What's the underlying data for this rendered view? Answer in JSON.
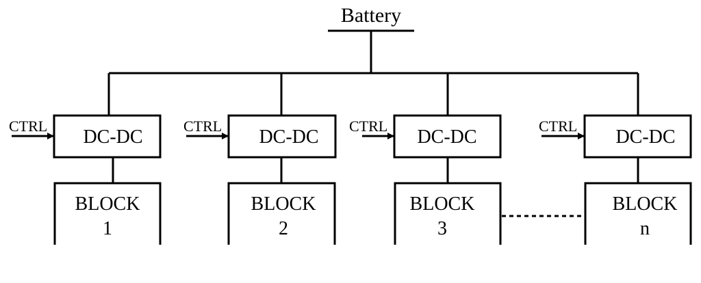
{
  "battery": {
    "label": "Battery"
  },
  "units": [
    {
      "ctrl": "CTRL",
      "converter": "DC-DC",
      "block_line1": "BLOCK",
      "block_line2": "1"
    },
    {
      "ctrl": "CTRL",
      "converter": "DC-DC",
      "block_line1": "BLOCK",
      "block_line2": "2"
    },
    {
      "ctrl": "CTRL",
      "converter": "DC-DC",
      "block_line1": "BLOCK",
      "block_line2": "3"
    },
    {
      "ctrl": "CTRL",
      "converter": "DC-DC",
      "block_line1": "BLOCK",
      "block_line2": "n"
    }
  ]
}
